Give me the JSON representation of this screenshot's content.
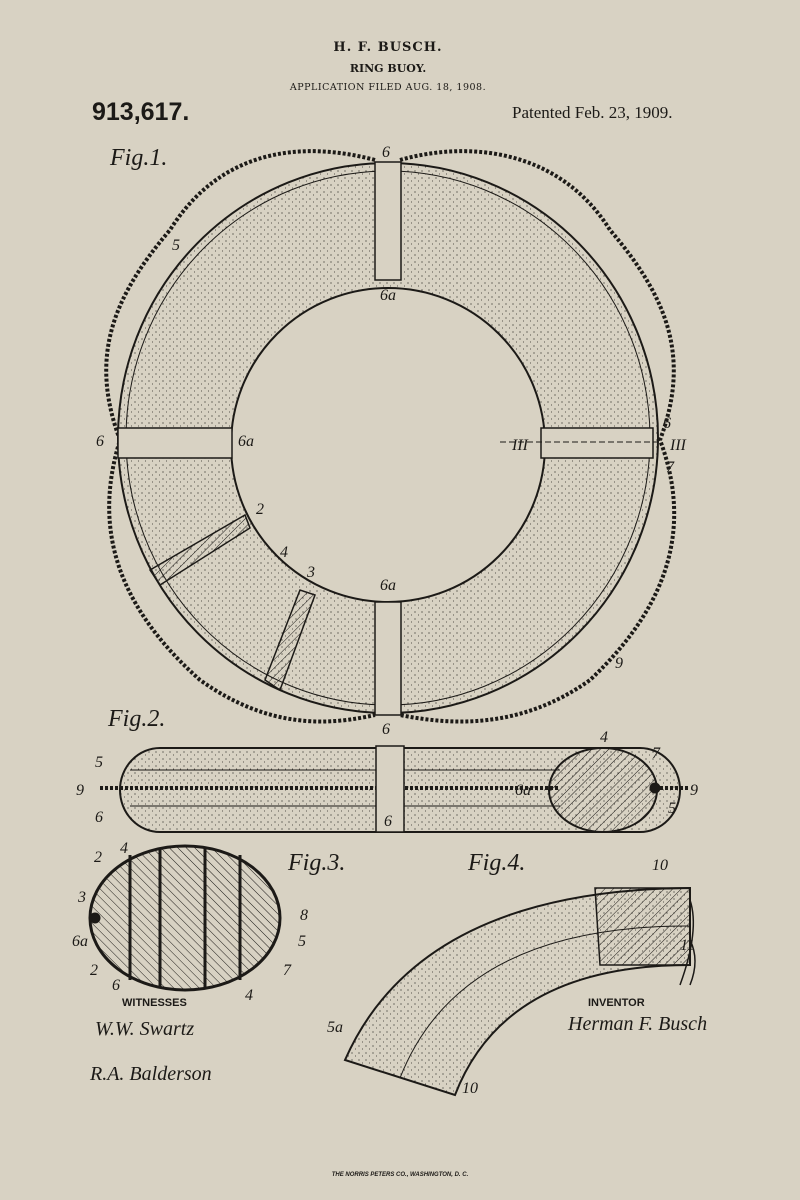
{
  "header": {
    "inventor": "H. F. BUSCH.",
    "title": "RING BUOY.",
    "filed": "APPLICATION FILED AUG. 18, 1908.",
    "patent_number": "913,617.",
    "patent_date": "Patented Feb. 23, 1909."
  },
  "figures": {
    "fig1": "Fig.1.",
    "fig2": "Fig.2.",
    "fig3": "Fig.3.",
    "fig4": "Fig.4."
  },
  "fig1_labels": {
    "top6": "6",
    "top6a": "6a",
    "l5": "5",
    "left6": "6",
    "left6a": "6a",
    "r6": "6",
    "r7": "7",
    "rIII_l": "III",
    "rIII_r": "III",
    "l2": "2",
    "l4": "4",
    "l3": "3",
    "b6a": "6a",
    "b6": "6",
    "l9": "9"
  },
  "fig2_labels": {
    "l5": "5",
    "l9l": "9",
    "l6": "6",
    "m6": "6",
    "m6a": "6a",
    "l4": "4",
    "l7": "7",
    "l9r": "9",
    "l5r": "5"
  },
  "fig3_labels": {
    "l2a": "2",
    "l4a": "4",
    "l3": "3",
    "l6a": "6a",
    "l2b": "2",
    "l6": "6",
    "l4b": "4",
    "l7": "7",
    "l5": "5",
    "l8": "8"
  },
  "fig4_labels": {
    "l10a": "10",
    "l11": "11",
    "l5a": "5a",
    "l10b": "10"
  },
  "signatures": {
    "witnesses_label": "WITNESSES",
    "witness1": "W.W. Swartz",
    "witness2": "R.A. Balderson",
    "inventor_label": "INVENTOR",
    "inventor": "Herman F. Busch"
  },
  "footer": {
    "printer": "THE NORRIS PETERS CO., WASHINGTON, D. C."
  }
}
